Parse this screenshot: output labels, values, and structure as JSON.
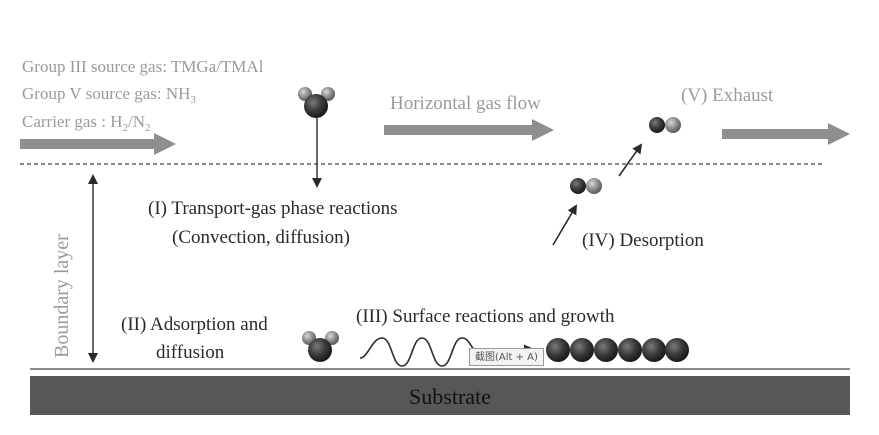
{
  "labels": {
    "group3": "Group III source gas: TMGa/TMAl",
    "group5_main": "Group V source gas: NH",
    "group5_sub": "3",
    "carrier_main": "Carrier gas : H",
    "carrier_sub1": "2",
    "carrier_sep": "/N",
    "carrier_sub2": "2",
    "horizontal_flow": "Horizontal gas flow",
    "exhaust": "(V) Exhaust",
    "boundary_layer": "Boundary layer",
    "transport_line1": "(I) Transport-gas phase reactions",
    "transport_line2": "(Convection, diffusion)",
    "desorption": "(IV) Desorption",
    "adsorption_line1": "(II) Adsorption and",
    "adsorption_line2": "diffusion",
    "surface": "(III) Surface reactions and growth",
    "substrate": "Substrate"
  },
  "tooltip": {
    "text": "截图(Alt + A)"
  },
  "colors": {
    "light_text": "#9a9a9a",
    "dark_text": "#2a2a2a",
    "arrow_gray": "#8f8f8f",
    "substrate_fill": "#575757",
    "molecule_dark": "#333333",
    "molecule_light": "#8a8a8a"
  }
}
